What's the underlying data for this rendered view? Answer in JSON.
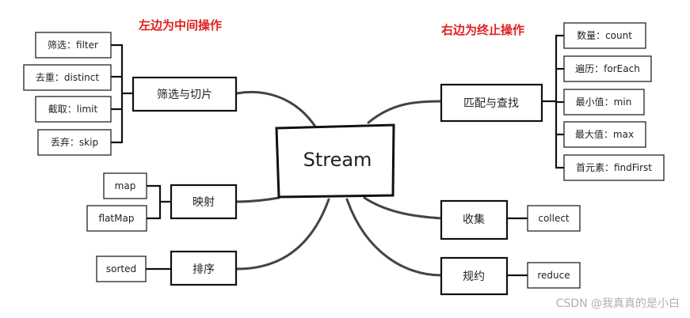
{
  "left_title": "左边为中间操作",
  "right_title": "右边为终止操作",
  "center": "Stream",
  "filter_group": {
    "label": "筛选与切片",
    "items": [
      "筛选：filter",
      "去重：distinct",
      "截取：limit",
      "丢弃：skip"
    ]
  },
  "map_group": {
    "label": "映射",
    "items": [
      "map",
      "flatMap"
    ]
  },
  "sort_group": {
    "label": "排序",
    "items": [
      "sorted"
    ]
  },
  "match_group": {
    "label": "匹配与查找",
    "items": [
      "数量：count",
      "遍历：forEach",
      "最小值：min",
      "最大值：max",
      "首元素：findFirst"
    ]
  },
  "collect_group": {
    "label": "收集",
    "items": [
      "collect"
    ]
  },
  "reduce_group": {
    "label": "规约",
    "items": [
      "reduce"
    ]
  },
  "watermark": "CSDN @我真真的是小白",
  "colors": {
    "title": "#e02020",
    "watermark": "#b0b0b0",
    "stroke": "#222222"
  }
}
